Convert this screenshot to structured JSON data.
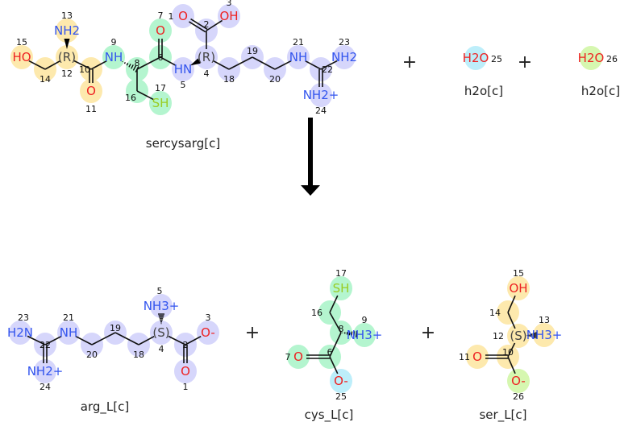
{
  "colors": {
    "ser": "#fde9ad",
    "cys": "#b4f5cf",
    "arg": "#d6d6fb",
    "w25": "#bdeefa",
    "w26": "#d6f7b0",
    "N": "#3355ee",
    "O": "#ee2222",
    "S": "#99cc22",
    "C": "#444444"
  },
  "plus": "+",
  "molecules": {
    "sercysarg": {
      "name": "sercysarg[c]",
      "atoms": [
        {
          "n": "15",
          "t": "HO",
          "el": "O",
          "g": "ser"
        },
        {
          "n": "14",
          "t": "",
          "el": "C",
          "g": "ser"
        },
        {
          "n": "12",
          "t": "(R)",
          "el": "C",
          "g": "ser"
        },
        {
          "n": "13",
          "t": "NH2",
          "el": "N",
          "g": "ser"
        },
        {
          "n": "10",
          "t": "",
          "el": "C",
          "g": "ser"
        },
        {
          "n": "11",
          "t": "O",
          "el": "O",
          "g": "ser"
        },
        {
          "n": "9",
          "t": "NH",
          "el": "N",
          "g": "cys"
        },
        {
          "n": "8",
          "t": "",
          "el": "C",
          "g": "cys"
        },
        {
          "n": "16",
          "t": "",
          "el": "C",
          "g": "cys"
        },
        {
          "n": "17",
          "t": "SH",
          "el": "S",
          "g": "cys"
        },
        {
          "n": "6",
          "t": "",
          "el": "C",
          "g": "cys"
        },
        {
          "n": "7",
          "t": "O",
          "el": "O",
          "g": "cys"
        },
        {
          "n": "5",
          "t": "HN",
          "el": "N",
          "g": "arg"
        },
        {
          "n": "4",
          "t": "(R)",
          "el": "C",
          "g": "arg"
        },
        {
          "n": "2",
          "t": "",
          "el": "C",
          "g": "arg"
        },
        {
          "n": "1",
          "t": "O",
          "el": "O",
          "g": "arg"
        },
        {
          "n": "3",
          "t": "OH",
          "el": "O",
          "g": "arg"
        },
        {
          "n": "18",
          "t": "",
          "el": "C",
          "g": "arg"
        },
        {
          "n": "19",
          "t": "",
          "el": "C",
          "g": "arg"
        },
        {
          "n": "20",
          "t": "",
          "el": "C",
          "g": "arg"
        },
        {
          "n": "21",
          "t": "NH",
          "el": "N",
          "g": "arg"
        },
        {
          "n": "22",
          "t": "",
          "el": "C",
          "g": "arg"
        },
        {
          "n": "23",
          "t": "NH2",
          "el": "N",
          "g": "arg"
        },
        {
          "n": "24",
          "t": "NH2+",
          "el": "N",
          "g": "arg"
        }
      ],
      "bonds": [
        [
          "15",
          "14",
          1
        ],
        [
          "14",
          "12",
          1
        ],
        [
          "12",
          "13",
          "wedge"
        ],
        [
          "12",
          "10",
          1
        ],
        [
          "10",
          "11",
          2
        ],
        [
          "10",
          "9",
          1
        ],
        [
          "9",
          "8",
          "hash"
        ],
        [
          "8",
          "16",
          1
        ],
        [
          "16",
          "17",
          1
        ],
        [
          "8",
          "6",
          1
        ],
        [
          "6",
          "7",
          2
        ],
        [
          "6",
          "5",
          1
        ],
        [
          "5",
          "4",
          "wedge"
        ],
        [
          "4",
          "2",
          1
        ],
        [
          "2",
          "1",
          2
        ],
        [
          "2",
          "3",
          1
        ],
        [
          "4",
          "18",
          1
        ],
        [
          "18",
          "19",
          1
        ],
        [
          "19",
          "20",
          1
        ],
        [
          "20",
          "21",
          1
        ],
        [
          "21",
          "22",
          1
        ],
        [
          "22",
          "23",
          1
        ],
        [
          "22",
          "24",
          2
        ]
      ]
    },
    "h2o25": {
      "name": "h2o[c]",
      "atoms": [
        {
          "n": "25",
          "t": "H2O",
          "el": "O",
          "g": "w25"
        }
      ],
      "bonds": []
    },
    "h2o26": {
      "name": "h2o[c]",
      "atoms": [
        {
          "n": "26",
          "t": "H2O",
          "el": "O",
          "g": "w26"
        }
      ],
      "bonds": []
    },
    "arg_L": {
      "name": "arg_L[c]",
      "atoms": [
        {
          "n": "23",
          "t": "H2N",
          "el": "N",
          "g": "arg"
        },
        {
          "n": "22",
          "t": "",
          "el": "C",
          "g": "arg"
        },
        {
          "n": "21",
          "t": "NH",
          "el": "N",
          "g": "arg"
        },
        {
          "n": "24",
          "t": "NH2+",
          "el": "N",
          "g": "arg"
        },
        {
          "n": "20",
          "t": "",
          "el": "C",
          "g": "arg"
        },
        {
          "n": "19",
          "t": "",
          "el": "C",
          "g": "arg"
        },
        {
          "n": "18",
          "t": "",
          "el": "C",
          "g": "arg"
        },
        {
          "n": "4",
          "t": "(S)",
          "el": "C",
          "g": "arg"
        },
        {
          "n": "5",
          "t": "NH3+",
          "el": "N",
          "g": "arg"
        },
        {
          "n": "2",
          "t": "",
          "el": "C",
          "g": "arg"
        },
        {
          "n": "3",
          "t": "O-",
          "el": "O",
          "g": "arg"
        },
        {
          "n": "1",
          "t": "O",
          "el": "O",
          "g": "arg"
        }
      ],
      "bonds": [
        [
          "23",
          "22",
          1
        ],
        [
          "22",
          "21",
          1
        ],
        [
          "22",
          "24",
          2
        ],
        [
          "21",
          "20",
          1
        ],
        [
          "20",
          "19",
          1
        ],
        [
          "19",
          "18",
          1
        ],
        [
          "18",
          "4",
          1
        ],
        [
          "4",
          "5",
          "hash"
        ],
        [
          "4",
          "2",
          1
        ],
        [
          "2",
          "3",
          1
        ],
        [
          "2",
          "1",
          2
        ]
      ]
    },
    "cys_L": {
      "name": "cys_L[c]",
      "atoms": [
        {
          "n": "17",
          "t": "SH",
          "el": "S",
          "g": "cys"
        },
        {
          "n": "16",
          "t": "",
          "el": "C",
          "g": "cys"
        },
        {
          "n": "8",
          "t": "",
          "el": "C",
          "g": "cys"
        },
        {
          "n": "9",
          "t": "NH3+",
          "el": "N",
          "g": "cys"
        },
        {
          "n": "6",
          "t": "",
          "el": "C",
          "g": "cys"
        },
        {
          "n": "7",
          "t": "O",
          "el": "O",
          "g": "cys"
        },
        {
          "n": "25",
          "t": "O-",
          "el": "O",
          "g": "w25"
        }
      ],
      "bonds": [
        [
          "17",
          "16",
          1
        ],
        [
          "16",
          "8",
          1
        ],
        [
          "8",
          "9",
          "hash"
        ],
        [
          "8",
          "6",
          1
        ],
        [
          "6",
          "7",
          2
        ],
        [
          "6",
          "25",
          1
        ]
      ]
    },
    "ser_L": {
      "name": "ser_L[c]",
      "atoms": [
        {
          "n": "15",
          "t": "OH",
          "el": "O",
          "g": "ser"
        },
        {
          "n": "14",
          "t": "",
          "el": "C",
          "g": "ser"
        },
        {
          "n": "12",
          "t": "(S)",
          "el": "C",
          "g": "ser"
        },
        {
          "n": "13",
          "t": "NH3+",
          "el": "N",
          "g": "ser"
        },
        {
          "n": "10",
          "t": "",
          "el": "C",
          "g": "ser"
        },
        {
          "n": "11",
          "t": "O",
          "el": "O",
          "g": "ser"
        },
        {
          "n": "26",
          "t": "O-",
          "el": "O",
          "g": "w26"
        }
      ],
      "bonds": [
        [
          "15",
          "14",
          1
        ],
        [
          "14",
          "12",
          1
        ],
        [
          "12",
          "13",
          "hash"
        ],
        [
          "12",
          "10",
          1
        ],
        [
          "10",
          "11",
          2
        ],
        [
          "10",
          "26",
          1
        ]
      ]
    }
  }
}
